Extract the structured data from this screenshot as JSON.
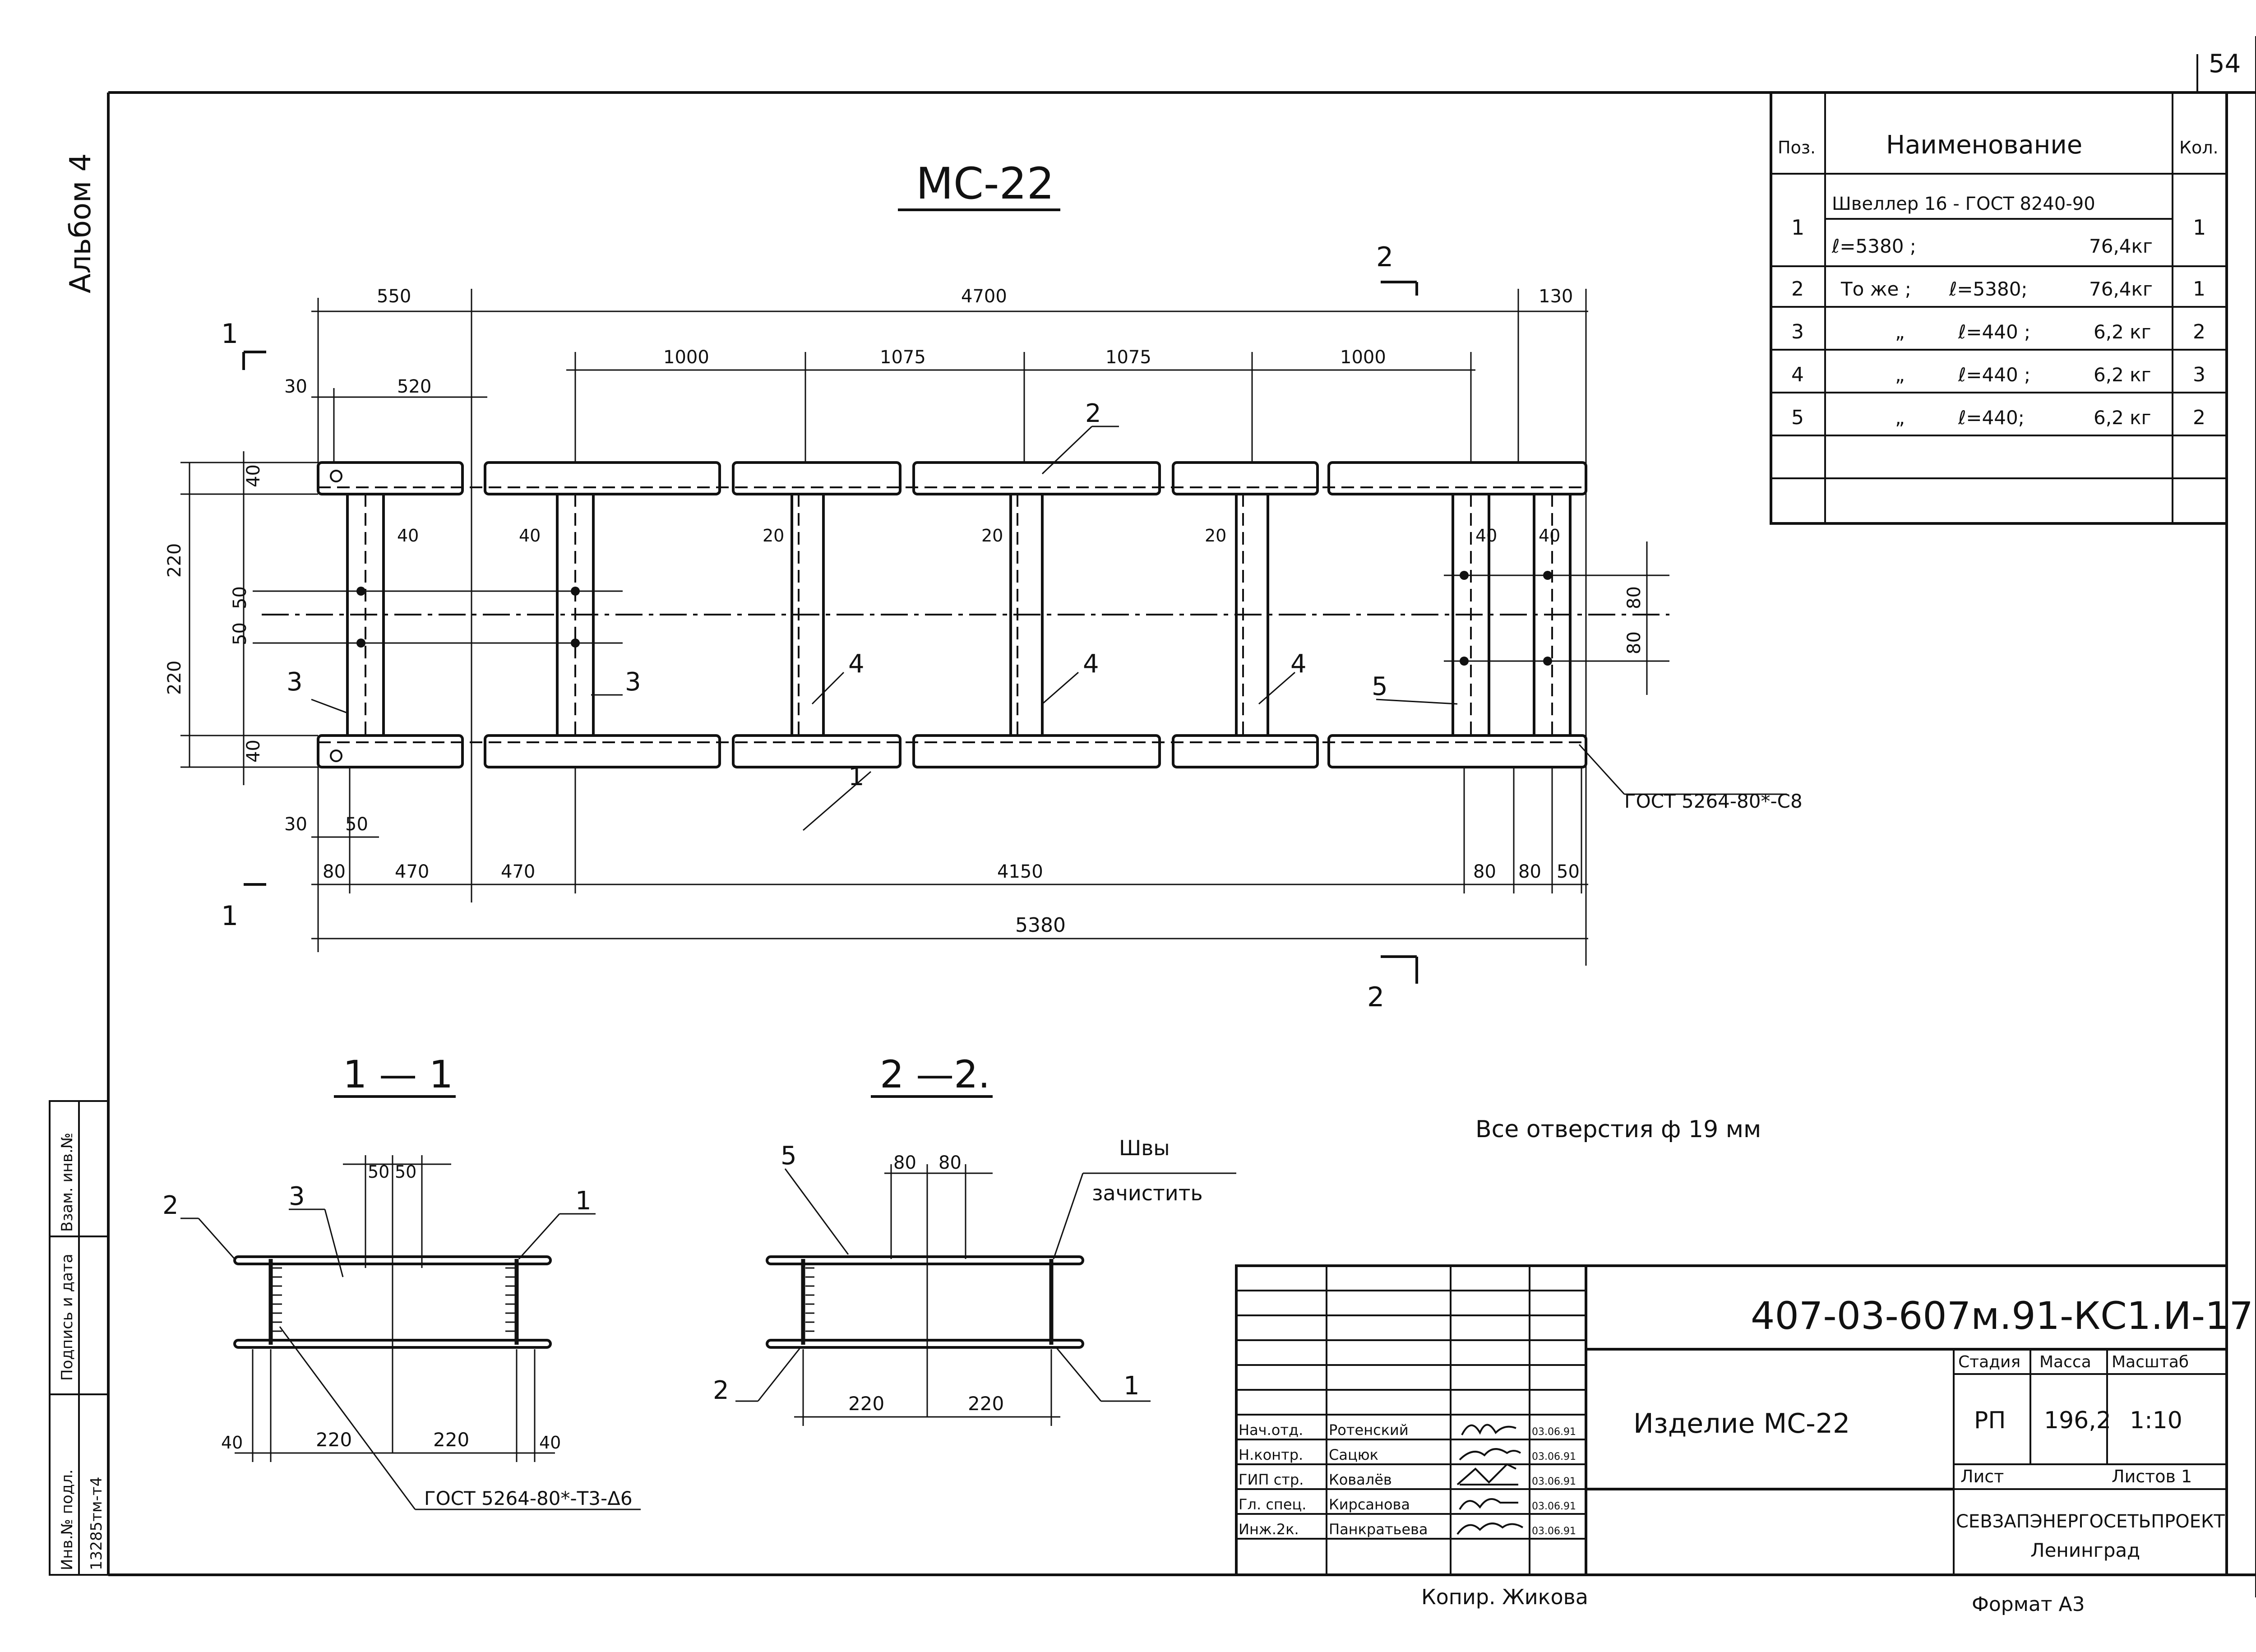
{
  "album_label": "Альбом 4",
  "page_number": "54",
  "main_view": {
    "title": "МС-22",
    "top_dims": [
      "550",
      "4700",
      "130"
    ],
    "top_sub_dims": [
      "30",
      "520"
    ],
    "post_spacing_dims": [
      "1000",
      "1075",
      "1075",
      "1000"
    ],
    "left_vertical_dims": [
      "40",
      "220",
      "50",
      "50",
      "220",
      "40"
    ],
    "right_vertical_dims": [
      "80",
      "80"
    ],
    "web_dims": [
      "40",
      "40",
      "20",
      "20",
      "20",
      "40",
      "40"
    ],
    "bottom_sub_dims": [
      "30",
      "50"
    ],
    "bottom_dims": [
      "80",
      "470",
      "470",
      "4150",
      "80",
      "80",
      "50"
    ],
    "overall_dim": "5380",
    "position_labels": [
      "2",
      "3",
      "3",
      "4",
      "4",
      "4",
      "5",
      "1"
    ],
    "section_marks": [
      "1",
      "1",
      "2",
      "2"
    ],
    "weld_note": "ГОСТ 5264-80*-С8",
    "holes_note": "Все отверстия ф 19 мм"
  },
  "section_1": {
    "title": "1 — 1",
    "top_dims": [
      "50",
      "50"
    ],
    "bottom_dims": [
      "40",
      "220",
      "220",
      "40"
    ],
    "labels": [
      "2",
      "3",
      "1"
    ],
    "weld_note": "ГОСТ 5264-80*-Т3-Δ6"
  },
  "section_2": {
    "title": "2 —2.",
    "top_dims": [
      "80",
      "80"
    ],
    "bottom_dims": [
      "220",
      "220"
    ],
    "labels": [
      "5",
      "2",
      "1"
    ],
    "weld_note_1": "Швы",
    "weld_note_2": "зачистить"
  },
  "spec_table": {
    "headers": {
      "pos": "Поз.",
      "name": "Наименование",
      "qty": "Кол."
    },
    "rows": [
      {
        "pos": "1",
        "line1": "Швеллер 16 - ГОСТ 8240-90",
        "line2_l": "ℓ=5380 ;",
        "line2_w": "76,4кг",
        "qty": "1"
      },
      {
        "pos": "2",
        "name": "То же ;",
        "len": "ℓ=5380;",
        "w": "76,4кг",
        "qty": "1"
      },
      {
        "pos": "3",
        "name": "„",
        "len": "ℓ=440 ;",
        "w": "6,2 кг",
        "qty": "2"
      },
      {
        "pos": "4",
        "name": "„",
        "len": "ℓ=440 ;",
        "w": "6,2 кг",
        "qty": "3"
      },
      {
        "pos": "5",
        "name": "„",
        "len": "ℓ=440;",
        "w": "6,2 кг",
        "qty": "2"
      }
    ]
  },
  "title_block": {
    "doc_code": "407-03-607м.91-КС1.И-17",
    "item_name": "Изделие МС-22",
    "stage_label": "Стадия",
    "stage": "РП",
    "mass_label": "Масса",
    "mass": "196,2",
    "scale_label": "Масштаб",
    "scale": "1:10",
    "sheet_label": "Лист",
    "sheets_label": "Листов 1",
    "org_1": "СЕВЗАПЭНЕРГОСЕТЬПРОЕКТ",
    "org_2": "Ленинград",
    "signers": [
      {
        "role": "Нач.отд.",
        "name": "Ротенский",
        "date": "03.06.91"
      },
      {
        "role": "Н.контр.",
        "name": "Сацюк",
        "date": "03.06.91"
      },
      {
        "role": "ГИП стр.",
        "name": "Ковалёв",
        "date": "03.06.91"
      },
      {
        "role": "Гл. спец.",
        "name": "Кирсанова",
        "date": "03.06.91"
      },
      {
        "role": "Инж.2к.",
        "name": "Панкратьева",
        "date": "03.06.91"
      }
    ]
  },
  "side_stamp": {
    "inv_label": "Инв.№ подл.",
    "inv_value": "13285тм-т4",
    "sign_label": "Подпись и дата",
    "repl_label": "Взам. инв.№"
  },
  "copied_by": "Копир. Жикова",
  "format": "Формат А3"
}
